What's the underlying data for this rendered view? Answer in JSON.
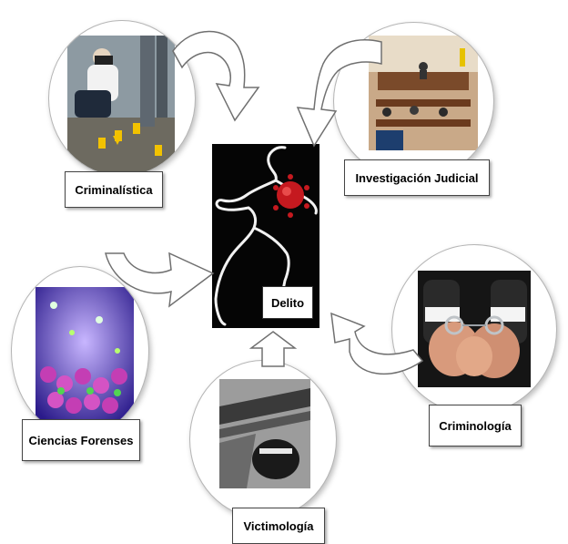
{
  "center": {
    "label": "Delito"
  },
  "nodes": [
    {
      "id": "criminalistica",
      "label": "Criminalística",
      "icon": "crime-scene-photo"
    },
    {
      "id": "investigacion-judicial",
      "label": "Investigación Judicial",
      "icon": "courtroom-photo"
    },
    {
      "id": "criminologia",
      "label": "Criminología",
      "icon": "handcuffed-hands-photo"
    },
    {
      "id": "victimologia",
      "label": "Victimología",
      "icon": "screaming-face-photo"
    },
    {
      "id": "ciencias-forenses",
      "label": "Ciencias Forenses",
      "icon": "molecule-illustration"
    }
  ]
}
